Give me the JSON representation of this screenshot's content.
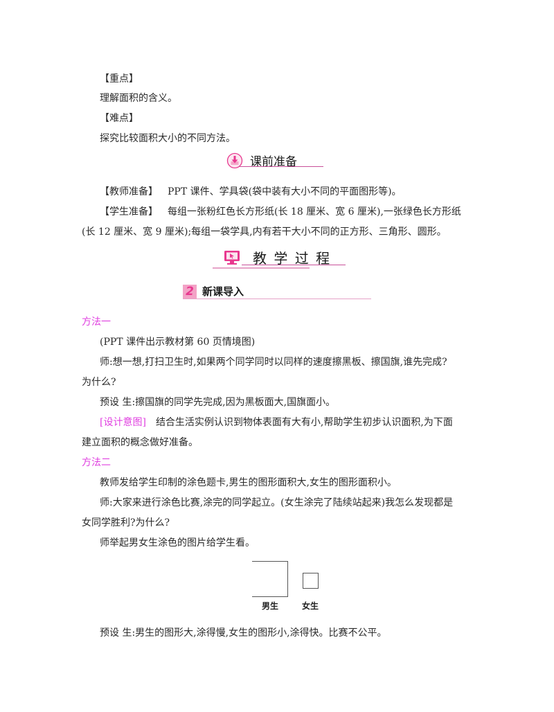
{
  "objectives": {
    "key_point_label": "【重点】",
    "key_point_text": "理解面积的含义。",
    "difficulty_label": "【难点】",
    "difficulty_text": "探究比较面积大小的不同方法。"
  },
  "preparation": {
    "section_title": "课前准备",
    "section_icon": "download-arrow-icon",
    "teacher_label": "【教师准备】",
    "teacher_text": "PPT 课件、学具袋(袋中装有大小不同的平面图形等)。",
    "student_label": "【学生准备】",
    "student_text_line1": "每组一张粉红色长方形纸(长 18 厘米、宽 6 厘米),一张绿色长方形纸",
    "student_text_line2": "(长 12 厘米、宽 9 厘米);每组一袋学具,内有若干大小不同的正方形、三角形、圆形。"
  },
  "process": {
    "section_title": "教 学 过 程",
    "section_icon": "monitor-icon",
    "subsection_number": "2",
    "subsection_title": "新课导入",
    "method1": {
      "label": "方法一",
      "line1": "(PPT 课件出示教材第 60 页情境图)",
      "line2": "师:想一想,打扫卫生时,如果两个同学同时以同样的速度擦黑板、擦国旗,谁先完成?",
      "line3": "为什么?",
      "line4": "预设  生:擦国旗的同学先完成,因为黑板面大,国旗面小。",
      "design_label": "[设计意图]",
      "design_text": "结合生活实例认识到物体表面有大有小,帮助学生初步认识面积,为下面",
      "design_text2": "建立面积的概念做好准备。"
    },
    "method2": {
      "label": "方法二",
      "line1": "教师发给学生印制的涂色题卡,男生的图形面积大,女生的图形面积小。",
      "line2": "师:大家来进行涂色比赛,涂完的同学起立。(女生涂完了陆续站起来)我怎么发现都是",
      "line3": "女同学胜利?为什么?",
      "line4": "师举起男女生涂色的图片给学生看。",
      "figure": {
        "boy_label": "男生",
        "girl_label": "女生"
      },
      "line5": "预设  生:男生的图形大,涂得慢,女生的图形小,涂得快。比赛不公平。"
    }
  },
  "colors": {
    "accent_magenta": "#e040e0",
    "header_pink": "#e8388f",
    "underline": "#c8509a"
  }
}
